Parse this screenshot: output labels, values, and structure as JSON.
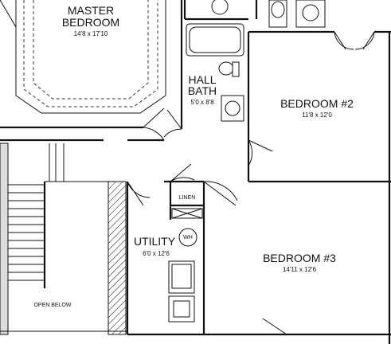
{
  "rooms": {
    "master_bedroom": {
      "name_line1": "MASTER",
      "name_line2": "BEDROOM",
      "dimensions": "14'8 x 17'10"
    },
    "hall_bath": {
      "name_line1": "HALL",
      "name_line2": "BATH",
      "dimensions": "5'0 x 8'8"
    },
    "bedroom_2": {
      "name": "BEDROOM #2",
      "dimensions": "11'8 x 12'0"
    },
    "bedroom_3": {
      "name": "BEDROOM #3",
      "dimensions": "14'11 x 12'6"
    },
    "utility": {
      "name": "UTILITY",
      "dimensions": "6'0 x 12'6"
    },
    "linen": {
      "name": "LINEN"
    },
    "open_below": {
      "name": "OPEN BELOW"
    }
  },
  "fixtures": {
    "water_heater": "WH"
  }
}
